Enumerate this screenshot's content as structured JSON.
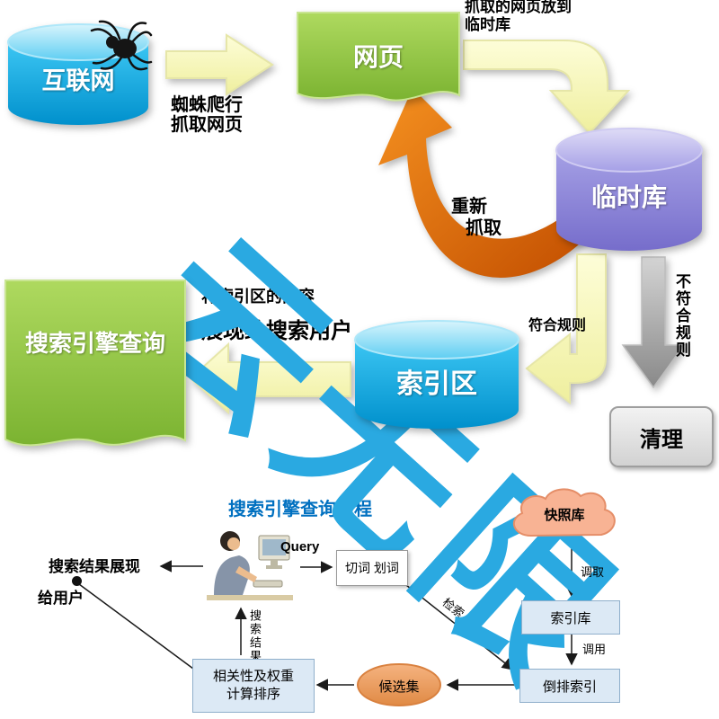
{
  "top_flow": {
    "internet": "互联网",
    "spider_note_line1": "蜘蛛爬行",
    "spider_note_line2": "抓取网页",
    "webpage": "网页",
    "store_note_line1": "抓取的网页放到",
    "store_note_line2": "临时库",
    "temp_db": "临时库",
    "recrawl_note_line1": "重新",
    "recrawl_note_line2": "抓取",
    "rule_fail": "不符合规则",
    "rule_pass": "符合规则",
    "clean": "清理",
    "index_area": "索引区",
    "display_note_line1": "将索引区的内容",
    "display_note_line2": "展现给搜索用户",
    "query_doc": "搜索引擎查询"
  },
  "watermark_text": "云无限",
  "bottom_flow": {
    "heading": "搜索引擎查询流程",
    "snapshot": "快照库",
    "query": "Query",
    "segment": "切词 划词",
    "retrieve": "检索",
    "fetch": "调取",
    "invoke": "调用",
    "index_lib": "索引库",
    "inverted_index": "倒排索引",
    "candidate": "候选集",
    "rank_line1": "相关性及权重",
    "rank_line2": "计算排序",
    "result_vertical": "搜索结果",
    "display_line1": "搜索结果展现",
    "display_line2": "给用户"
  },
  "colors": {
    "cylinder_blue": "#00A7E0",
    "cylinder_purple": "#8F8ADB",
    "doc_green": "#8CC63F",
    "arrow_yellow": "#F8F8C2",
    "arrow_orange": "#E8820C",
    "arrow_gray": "#ABABAB",
    "watermark_blue": "#2AA9E1",
    "box_blue": "#DCE9F5",
    "candidate_orange": "#F2A76F",
    "cloud_salmon": "#F8B394",
    "heading_blue": "#0070C0"
  }
}
